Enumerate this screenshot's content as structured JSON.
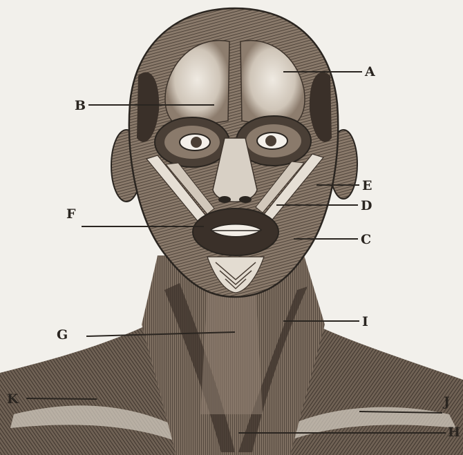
{
  "figure": {
    "labels": [
      {
        "id": "A",
        "text": "A"
      },
      {
        "id": "B",
        "text": "B"
      },
      {
        "id": "C",
        "text": "C"
      },
      {
        "id": "D",
        "text": "D"
      },
      {
        "id": "E",
        "text": "E"
      },
      {
        "id": "F",
        "text": "F"
      },
      {
        "id": "G",
        "text": "G"
      },
      {
        "id": "H",
        "text": "H"
      },
      {
        "id": "I",
        "text": "I"
      },
      {
        "id": "J",
        "text": "J"
      },
      {
        "id": "K",
        "text": "K"
      }
    ]
  },
  "colors": {
    "paper": "#f2f0eb",
    "ink": "#2a2520",
    "muscle_dark": "#4a3f36",
    "muscle_mid": "#7a6a5c",
    "muscle_light": "#c9bfb3",
    "highlight": "#e9e4dc"
  }
}
